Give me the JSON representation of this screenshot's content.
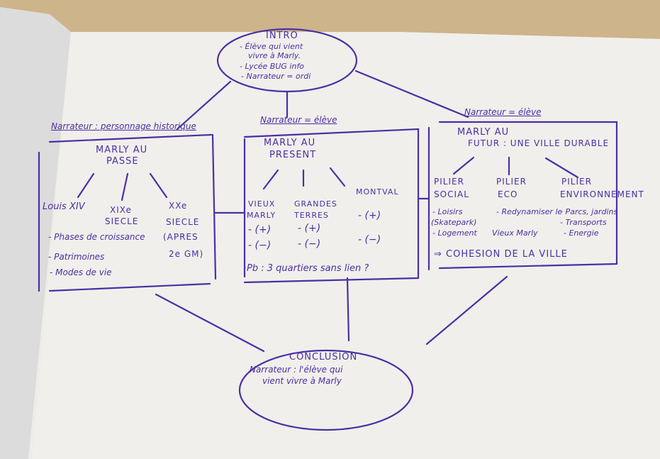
{
  "colors": {
    "ink": "#4b2fa6",
    "paper": "#f1efeb",
    "table": "#cdb48a"
  },
  "intro": {
    "title": "INTRO",
    "lines": [
      "- Élève qui vient",
      "vivre à Marly.",
      "- Lycée BUG info",
      "- Narrateur = ordi"
    ]
  },
  "past": {
    "narrator": "Narrateur : personnage historique",
    "title_1": "MARLY AU",
    "title_2": "PASSE",
    "branches": [
      "Louis XIV",
      "XIXe",
      "SIECLE",
      "XXe",
      "SIECLE"
    ],
    "notes": [
      "- Phases de croissance",
      "- Patrimoines",
      "- Modes de vie"
    ],
    "note_right": [
      "(APRES",
      "2e GM)"
    ]
  },
  "present": {
    "narrator": "Narrateur = élève",
    "title_1": "MARLY AU",
    "title_2": "PRESENT",
    "branches": [
      {
        "name_1": "VIEUX",
        "name_2": "MARLY",
        "plus": "- (+)",
        "minus": "- (−)"
      },
      {
        "name_1": "GRANDES",
        "name_2": "TERRES",
        "plus": "- (+)",
        "minus": "- (−)"
      },
      {
        "name_1": "MONTVAL",
        "name_2": "",
        "plus": "- (+)",
        "minus": "- (−)"
      }
    ],
    "problem": "Pb : 3 quartiers sans lien ?"
  },
  "future": {
    "narrator": "Narrateur = élève",
    "title_1": "MARLY AU",
    "title_2": "FUTUR : UNE VILLE DURABLE",
    "pillars": [
      {
        "name_1": "PILIER",
        "name_2": "SOCIAL",
        "items": [
          "- Loisirs",
          "(Skatepark)",
          "- Logement"
        ]
      },
      {
        "name_1": "PILIER",
        "name_2": "ECO",
        "items": [
          "- Redynamiser le",
          "Vieux Marly"
        ]
      },
      {
        "name_1": "PILIER",
        "name_2": "ENVIRONNEMENT",
        "items": [
          "- Parcs, jardins",
          "- Transports",
          "- Energie"
        ]
      }
    ],
    "conclusion": "⇒ COHESION DE LA VILLE"
  },
  "conclusion": {
    "title": "CONCLUSION",
    "lines": [
      "Narrateur : l'élève qui",
      "vient vivre à Marly"
    ]
  }
}
